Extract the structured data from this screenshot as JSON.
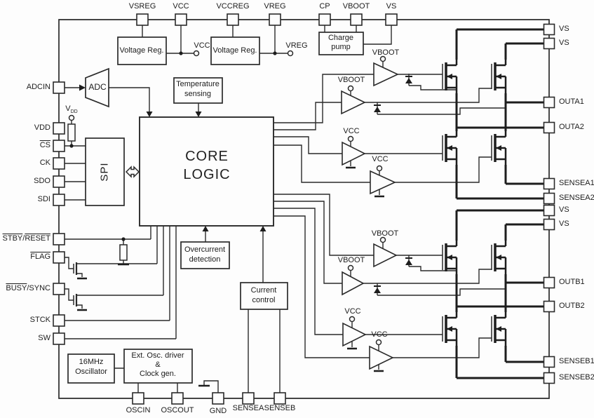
{
  "pins": {
    "top": [
      "VSREG",
      "VCC",
      "VCCREG",
      "VREG",
      "CP",
      "VBOOT",
      "VS"
    ],
    "left": {
      "adcin": "ADCIN",
      "vdd": "VDD",
      "cs": "CS",
      "ck": "CK",
      "sdo": "SDO",
      "sdi": "SDI",
      "stby_a": "STBY",
      "slash": "/",
      "stby_b": "RESET",
      "flag": "FLAG",
      "busy_a": "BUSY",
      "busy_b": "/SYNC",
      "stck": "STCK",
      "sw": "SW"
    },
    "right": [
      "VS",
      "VS",
      "OUTA1",
      "OUTA2",
      "SENSEA1",
      "SENSEA2",
      "VS",
      "VS",
      "OUTB1",
      "OUTB2",
      "SENSEB1",
      "SENSEB2"
    ],
    "bottom": [
      "OSCIN",
      "OSCOUT",
      "GND",
      "SENSEA",
      "SENSEB"
    ]
  },
  "blocks": {
    "voltage_reg_1": "Voltage Reg.",
    "voltage_reg_2": "Voltage Reg.",
    "charge_pump_l1": "Charge",
    "charge_pump_l2": "pump",
    "temp_l1": "Temperature",
    "temp_l2": "sensing",
    "adc": "ADC",
    "core_l1": "CORE",
    "core_l2": "LOGIC",
    "spi": "SPI",
    "oc_l1": "Overcurrent",
    "oc_l2": "detection",
    "cc_l1": "Current",
    "cc_l2": "control",
    "osc_l1": "16MHz",
    "osc_l2": "Oscillator",
    "ext_l1": "Ext. Osc. driver",
    "ext_l2": "&",
    "ext_l3": "Clock gen."
  },
  "labels": {
    "vcc_out": "VCC",
    "vreg_out": "VREG",
    "vdd_main": "V",
    "vdd_sub": "DD",
    "a_drv1": "VBOOT",
    "a_drv2": "VBOOT",
    "a_drv3": "VCC",
    "a_drv4": "VCC",
    "b_drv1": "VBOOT",
    "b_drv2": "VBOOT",
    "b_drv3": "VCC",
    "b_drv4": "VCC"
  },
  "colors": {
    "line": "#2a2a2a",
    "background": "#fdfdfd"
  }
}
